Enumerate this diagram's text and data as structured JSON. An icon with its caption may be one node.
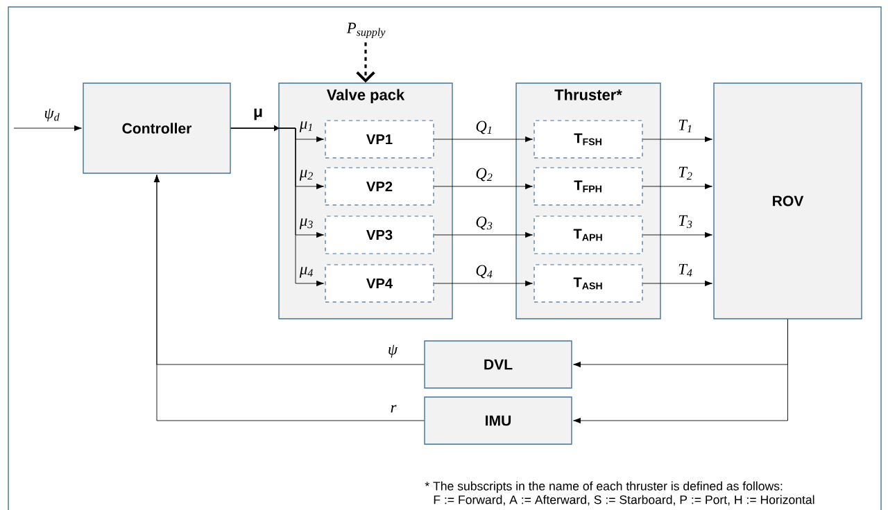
{
  "diagram": {
    "nodes": [
      {
        "text": [
          "Controller"
        ]
      },
      {
        "text": [
          "Valve pack"
        ]
      },
      {
        "text": [
          "VP1"
        ],
        "in": 1
      },
      {
        "text": [
          "VP2"
        ],
        "in": 1
      },
      {
        "text": [
          "VP3"
        ],
        "in": 1
      },
      {
        "text": [
          "VP4"
        ],
        "in": 1
      },
      {
        "text": [
          "Thruster*"
        ]
      },
      {
        "text": [
          "T$_{FSH}$"
        ],
        "in": 6
      },
      {
        "text": [
          "T$_{FPH}$"
        ],
        "in": 6
      },
      {
        "text": [
          "T$_{APH}$"
        ],
        "in": 6
      },
      {
        "text": [
          "T$_{ASH}$"
        ],
        "in": 6
      },
      {
        "text": [
          "ROV"
        ]
      },
      {
        "text": [
          "DVL"
        ]
      },
      {
        "text": [
          "IMU"
        ]
      }
    ],
    "edges": [
      {
        "from": null,
        "to": 0,
        "arrow": "to",
        "label": "ψ$_{d}$"
      },
      {
        "from": null,
        "to": 1,
        "arrow": "to",
        "label": "P$_{supply}$",
        "style": "dashed"
      },
      {
        "from": 0,
        "to": 2,
        "arrow": "to",
        "label": "μ$_{1}$"
      },
      {
        "from": 0,
        "to": 3,
        "arrow": "to",
        "label": "μ$_{2}$"
      },
      {
        "from": 0,
        "to": 4,
        "arrow": "to",
        "label": "μ$_{3}$"
      },
      {
        "from": 0,
        "to": 5,
        "arrow": "to",
        "label": "μ$_{4}$"
      },
      {
        "from": 2,
        "to": 7,
        "arrow": "to",
        "label": "Q$_{1}$"
      },
      {
        "from": 3,
        "to": 8,
        "arrow": "to",
        "label": "Q$_{2}$"
      },
      {
        "from": 4,
        "to": 9,
        "arrow": "to",
        "label": "Q$_{3}$"
      },
      {
        "from": 5,
        "to": 10,
        "arrow": "to",
        "label": "Q$_{4}$"
      },
      {
        "from": 7,
        "to": 11,
        "arrow": "to",
        "label": "T$_{1}$"
      },
      {
        "from": 8,
        "to": 11,
        "arrow": "to",
        "label": "T$_{2}$"
      },
      {
        "from": 9,
        "to": 11,
        "arrow": "to",
        "label": "T$_{3}$"
      },
      {
        "from": 10,
        "to": 11,
        "arrow": "to",
        "label": "T$_{4}$"
      },
      {
        "from": 11,
        "to": 12,
        "arrow": "to"
      },
      {
        "from": 11,
        "to": 13,
        "arrow": "to"
      },
      {
        "from": 12,
        "to": 0,
        "arrow": "to",
        "label": "ψ"
      },
      {
        "from": 13,
        "to": 0,
        "arrow": "to",
        "label": "r"
      }
    ],
    "labels": [
      "μ",
      "* The subscripts in the name of each thruster is defined as follows:",
      "F := Forward, A := Afterward, S := Starboard, P := Port, H := Horizontal"
    ]
  }
}
